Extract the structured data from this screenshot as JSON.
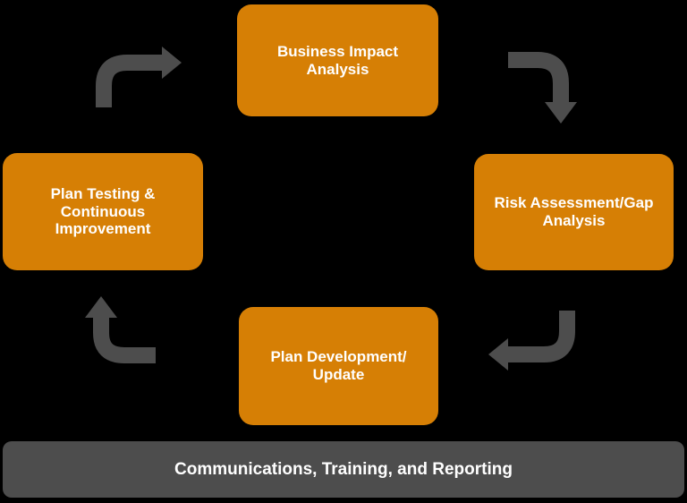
{
  "diagram": {
    "type": "cycle",
    "background_color": "#000000",
    "node_fill_color": "#D67F05",
    "arrow_color": "#4D4D4D",
    "footer_fill_color": "#4D4D4D",
    "text_color": "#FFFFFF",
    "nodes": [
      {
        "id": "business-impact-analysis",
        "position": "top",
        "label": "Business Impact\nAnalysis"
      },
      {
        "id": "risk-assessment-gap-analysis",
        "position": "right",
        "label": "Risk Assessment/Gap\nAnalysis"
      },
      {
        "id": "plan-development-update",
        "position": "bottom",
        "label": "Plan Development/\nUpdate"
      },
      {
        "id": "plan-testing-continuous-improvement",
        "position": "left",
        "label": "Plan Testing &\nContinuous\nImprovement"
      }
    ],
    "arrows": [
      {
        "from": "plan-testing-continuous-improvement",
        "to": "business-impact-analysis",
        "direction": "up-then-right"
      },
      {
        "from": "business-impact-analysis",
        "to": "risk-assessment-gap-analysis",
        "direction": "right-then-down"
      },
      {
        "from": "risk-assessment-gap-analysis",
        "to": "plan-development-update",
        "direction": "down-then-left"
      },
      {
        "from": "plan-development-update",
        "to": "plan-testing-continuous-improvement",
        "direction": "left-then-up"
      }
    ],
    "footer": {
      "label": "Communications, Training, and Reporting"
    }
  }
}
